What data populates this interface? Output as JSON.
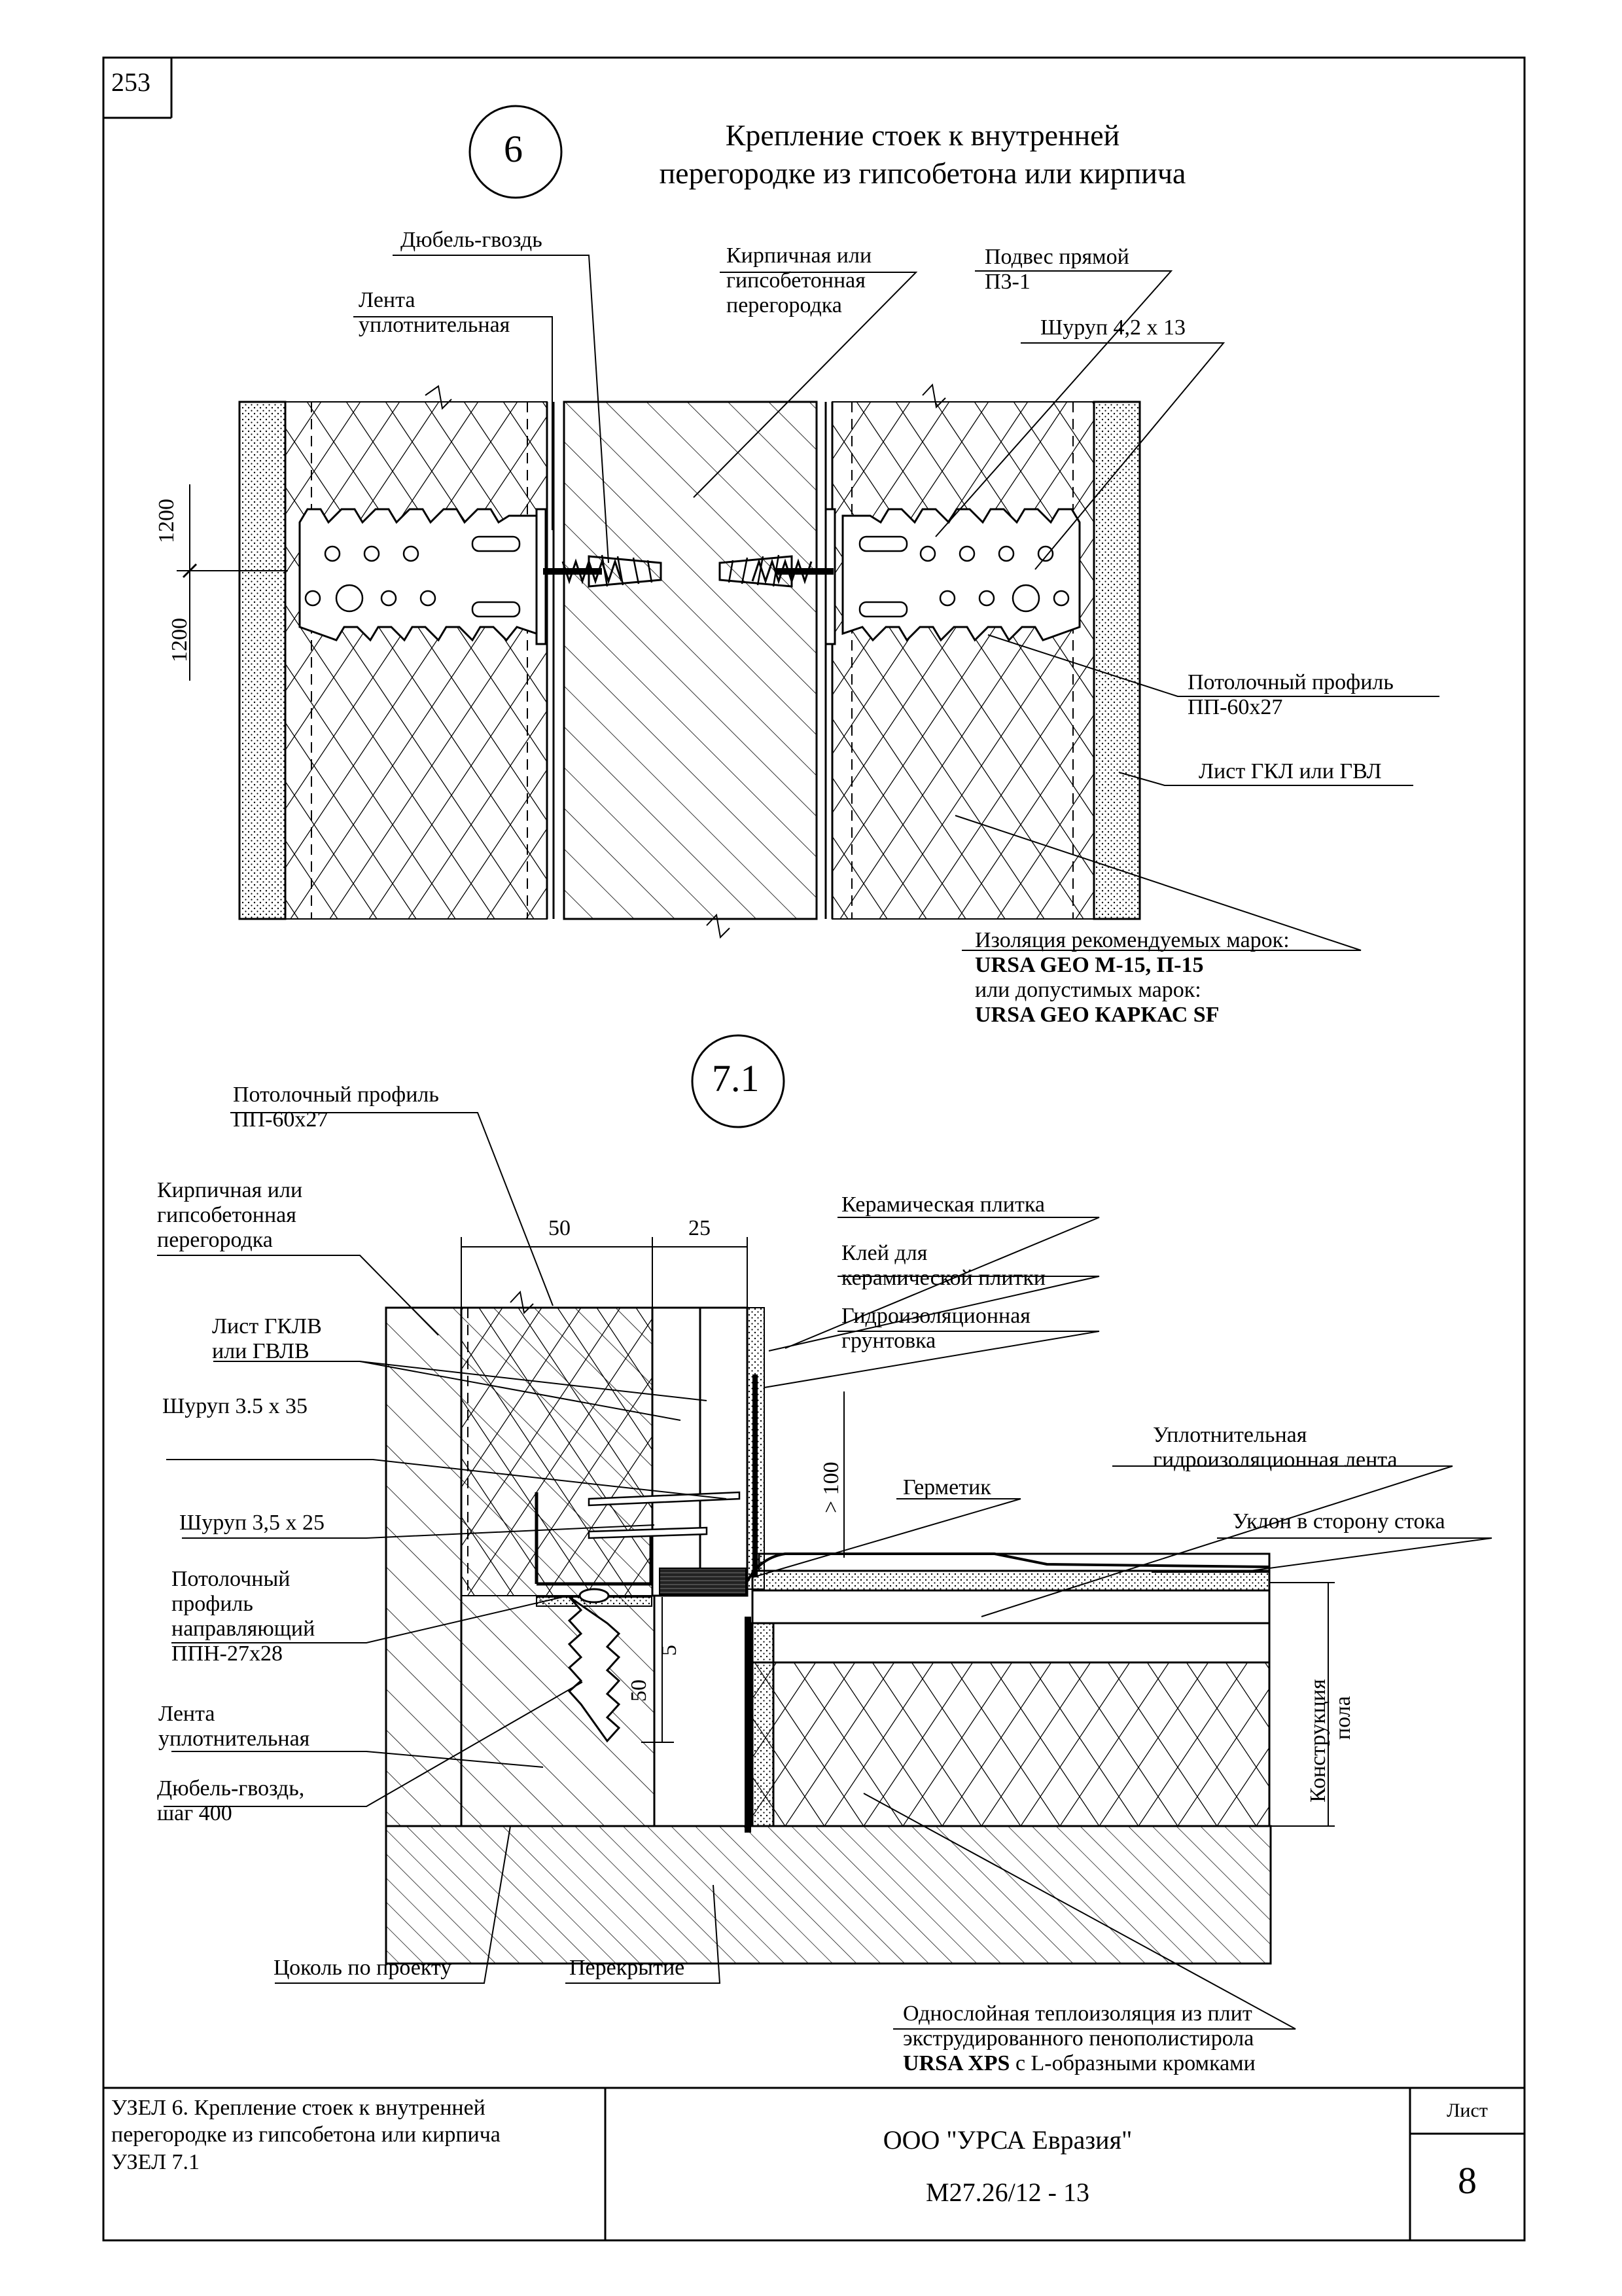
{
  "page_number": "253",
  "node6": {
    "marker": "6",
    "title_line1": "Крепление стоек к внутренней",
    "title_line2": "перегородке из гипсобетона или кирпича",
    "labels": {
      "dowel": "Дюбель-гвоздь",
      "partition_l1": "Кирпичная или",
      "partition_l2": "гипсобетонная",
      "partition_l3": "перегородка",
      "hanger_l1": "Подвес прямой",
      "hanger_l2": "П3-1",
      "tape_l1": "Лента",
      "tape_l2": "уплотнительная",
      "screw": "Шуруп 4,2 х 13",
      "profile_l1": "Потолочный профиль",
      "profile_l2": "ПП-60х27",
      "sheet": "Лист ГКЛ или ГВЛ",
      "insul_l1": "Изоляция рекомендуемых марок:",
      "insul_l2": "URSA GEO M-15, П-15",
      "insul_l3": "или допустимых марок:",
      "insul_l4": "URSA GEO КАРКАС SF"
    },
    "dims": {
      "upper": "1200",
      "lower": "1200"
    }
  },
  "node71": {
    "marker": "7.1",
    "labels": {
      "profile_l1": "Потолочный профиль",
      "profile_l2": "ПП-60х27",
      "partition_l1": "Кирпичная или",
      "partition_l2": "гипсобетонная",
      "partition_l3": "перегородка",
      "tile": "Керамическая плитка",
      "glue_l1": "Клей для",
      "glue_l2": "керамической плитки",
      "primer_l1": "Гидроизоляционная",
      "primer_l2": "грунтовка",
      "sheet_l1": "Лист ГКЛВ",
      "sheet_l2": "или ГВЛВ",
      "screw35": "Шуруп 3.5 х 35",
      "tape_wp_l1": "Уплотнительная",
      "tape_wp_l2": "гидроизоляционная лента",
      "sealant": "Герметик",
      "screw25": "Шуруп 3,5 х 25",
      "slope": "Уклон в сторону стока",
      "guide_l1": "Потолочный",
      "guide_l2": "профиль",
      "guide_l3": "направляющий",
      "guide_l4": "ППН-27х28",
      "seal_l1": "Лента",
      "seal_l2": "уплотнительная",
      "dowel_l1": "Дюбель-гвоздь,",
      "dowel_l2": "шаг 400",
      "floor_l1": "Конструкция",
      "floor_l2": "пола",
      "plinth": "Цоколь по проекту",
      "slab": "Перекрытие",
      "xps_l1": "Однослойная теплоизоляция из плит",
      "xps_l2": "экструдированного пенополистирола",
      "xps_l3a": "URSA XPS",
      "xps_l3b": " с L-образными кромками"
    },
    "dims": {
      "w50": "50",
      "w25": "25",
      "h100": "> 100",
      "h5": "5",
      "h50": "50"
    }
  },
  "title_block": {
    "desc_l1": "УЗЕЛ 6. Крепление стоек к внутренней",
    "desc_l2": "перегородке из гипсобетона или кирпича",
    "desc_l3": "УЗЕЛ 7.1",
    "company": "ООО \"УРСА Евразия\"",
    "code": "М27.26/12 - 13",
    "sheet_label": "Лист",
    "sheet_number": "8"
  }
}
